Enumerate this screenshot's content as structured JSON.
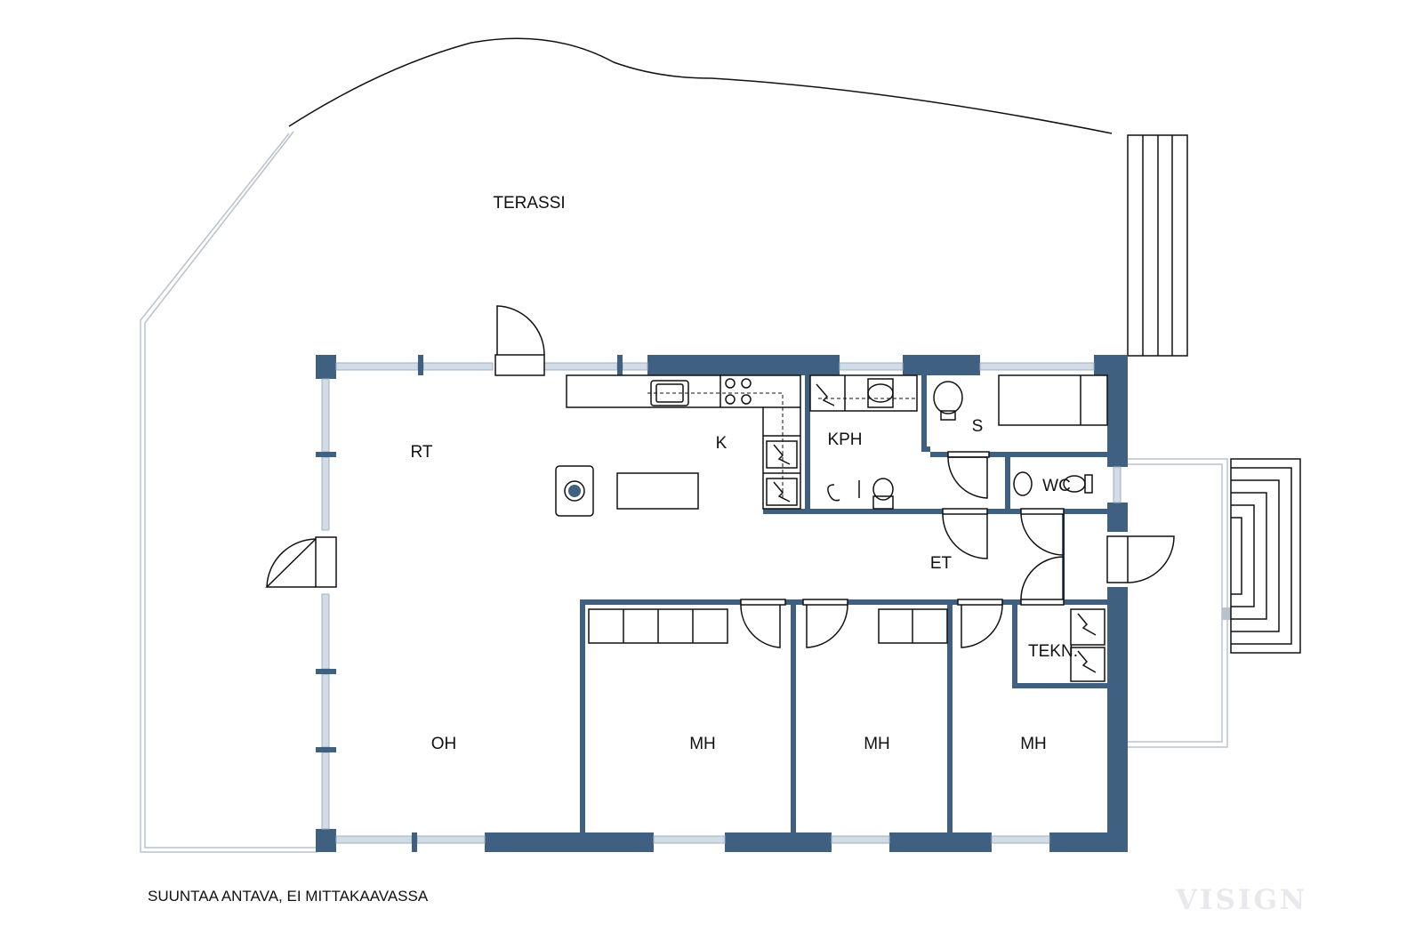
{
  "rooms": {
    "terrace": "TERASSI",
    "living": "RT",
    "kitchen": "K",
    "bathroom": "KPH",
    "sauna": "S",
    "wc": "WC",
    "hall": "ET",
    "technical": "TEKN.",
    "living_room": "OH",
    "bedroom_1": "MH",
    "bedroom_2": "MH",
    "bedroom_3": "MH"
  },
  "footer": {
    "note": "SUUNTAA ANTAVA, EI MITTAKAAVASSA",
    "logo": "VISIGN"
  },
  "colors": {
    "wall": "#3f6080",
    "window": "#d2dce6",
    "line": "#111111",
    "light_line": "#b8c2cc"
  }
}
